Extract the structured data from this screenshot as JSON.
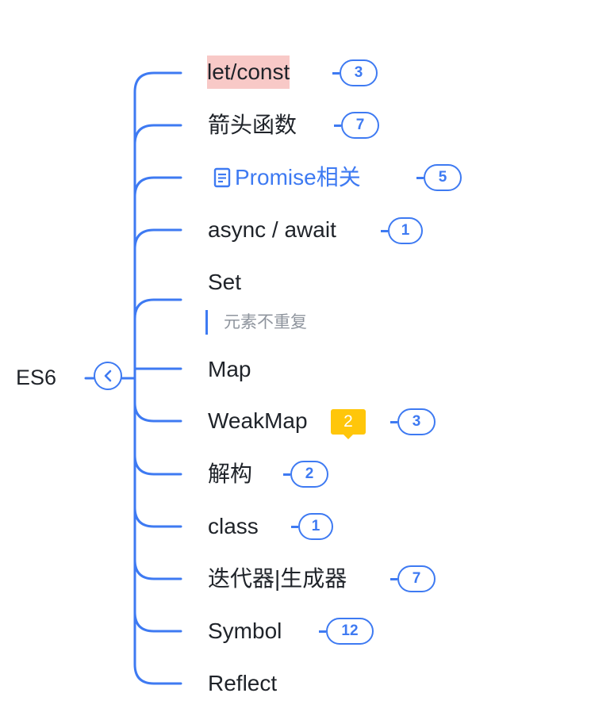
{
  "colors": {
    "line": "#3e7af2",
    "text": "#1f2329",
    "highlight": "#f8c9c7",
    "comment": "#ffc60a",
    "note": "#8f959e"
  },
  "root": {
    "label": "ES6",
    "toggle_icon": "chevron-left-icon"
  },
  "children": [
    {
      "label": "let/const",
      "count": "3"
    },
    {
      "label": "箭头函数",
      "count": "7"
    },
    {
      "label": "Promise相关",
      "count": "5",
      "icon": "document-icon"
    },
    {
      "label": "async / await",
      "count": "1"
    },
    {
      "label": "Set",
      "note": "元素不重复"
    },
    {
      "label": "Map"
    },
    {
      "label": "WeakMap",
      "comment_count": "2",
      "count": "3"
    },
    {
      "label": "解构",
      "count": "2"
    },
    {
      "label": "class",
      "count": "1"
    },
    {
      "label": "迭代器|生成器",
      "count": "7"
    },
    {
      "label": "Symbol",
      "count": "12"
    },
    {
      "label": "Reflect"
    }
  ]
}
